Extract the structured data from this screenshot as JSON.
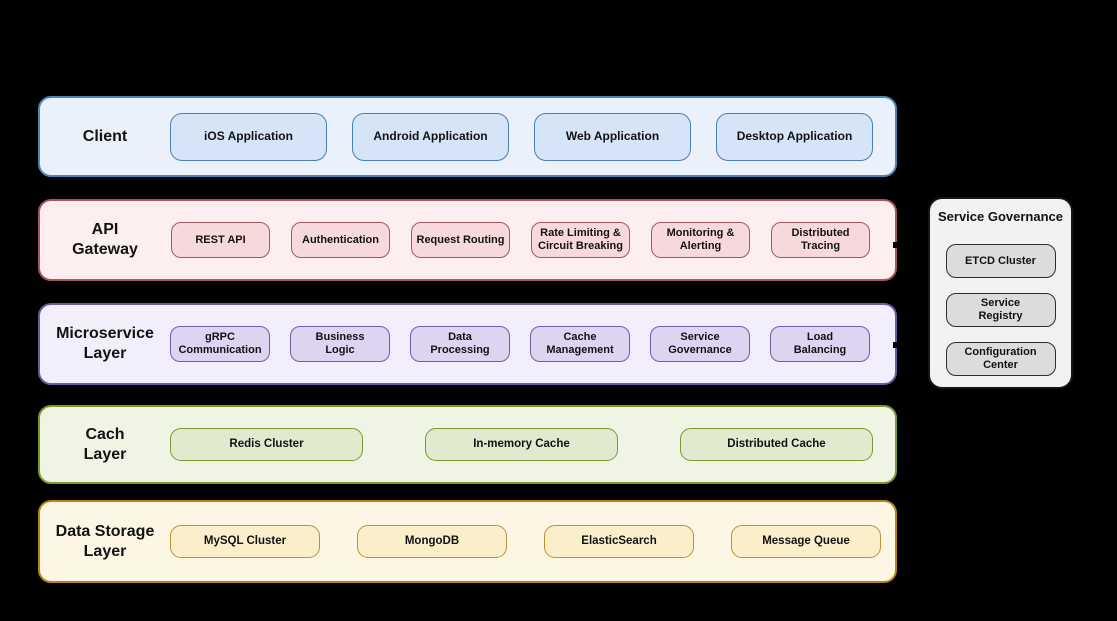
{
  "diagram": {
    "background_color": "#000000",
    "layers": [
      {
        "title": "Client",
        "fill": "#eaf1fa",
        "accent": "#4c86b8",
        "node_fill": "#d5e5f7",
        "node_border": "#4a80b4",
        "items": [
          "iOS Application",
          "Android Application",
          "Web Application",
          "Desktop Application"
        ]
      },
      {
        "title": "API\nGateway",
        "fill": "#fdeff0",
        "accent": "#a5565e",
        "node_fill": "#f8d9db",
        "node_border": "#a5565e",
        "items": [
          "REST API",
          "Authentication",
          "Request Routing",
          "Rate Limiting &\nCircuit Breaking",
          "Monitoring &\nAlerting",
          "Distributed\nTracing"
        ]
      },
      {
        "title": "Microservice\nLayer",
        "fill": "#f2eefb",
        "accent": "#6c5da2",
        "node_fill": "#ded4f2",
        "node_border": "#6e60a8",
        "items": [
          "gRPC\nCommunication",
          "Business\nLogic",
          "Data\nProcessing",
          "Cache\nManagement",
          "Service\nGovernance",
          "Load\nBalancing"
        ]
      },
      {
        "title": "Cach\nLayer",
        "fill": "#f0f4e4",
        "accent": "#7a9a2e",
        "node_fill": "#e1e9ce",
        "node_border": "#7a9a2e",
        "items": [
          "Redis Cluster",
          "In-memory Cache",
          "Distributed Cache"
        ]
      },
      {
        "title": "Data Storage\nLayer",
        "fill": "#fdf6e4",
        "accent": "#b8860b",
        "node_fill": "#fbeecb",
        "node_border": "#bb923a",
        "items": [
          "MySQL Cluster",
          "MongoDB",
          "ElasticSearch",
          "Message Queue"
        ]
      }
    ],
    "side_panel": {
      "title": "Service Governance",
      "fill": "#f2f2f2",
      "accent": "#161616",
      "node_fill": "#dcdcdc",
      "node_border": "#2e2e2e",
      "items": [
        "ETCD Cluster",
        "Service\nRegistry",
        "Configuration\nCenter"
      ]
    }
  }
}
